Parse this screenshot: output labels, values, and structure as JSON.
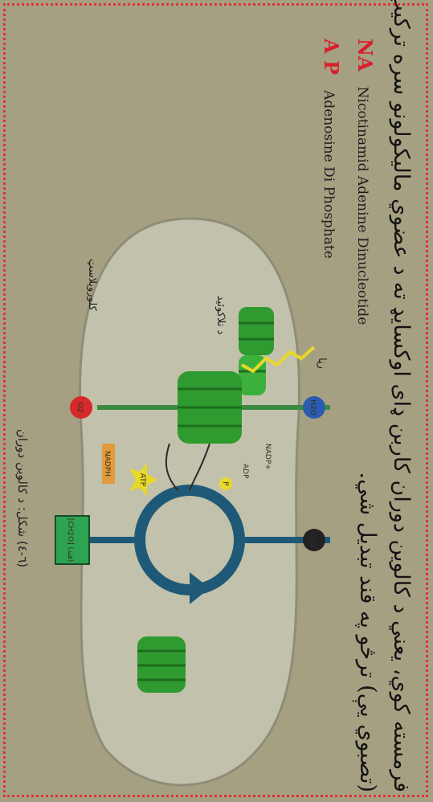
{
  "text": {
    "line1": "فرمسته کوي، يعني د کالوين دوران کاربن ډای اوکسايډ ته د عضوي ماليکولونو سره ترکيب ورکوي",
    "line2": "(تصبوي يې) ترڅو په قند تبديل شي."
  },
  "abbreviations": [
    {
      "short": "A P",
      "full": "Adenosine Di Phosphate"
    },
    {
      "short": "NA",
      "full": "Nicotinamid Adenine Dinucleotide"
    }
  ],
  "figure": {
    "label_light": "رڼا",
    "label_thylakoid": "د تلاکوئيد",
    "label_chloroplast": "کلوروپلاسټ",
    "caption": "(٦-٤) شکل: د کالوين دوران",
    "molecule_water": "H2O",
    "molecule_oxygen": "O2",
    "molecule_co2": "CO2",
    "molecule_nadp": "NADP+",
    "molecule_adp": "ADP",
    "molecule_p": "P",
    "molecule_atp": "ATP",
    "molecule_nadph": "NADPH",
    "product_box": "[CH2O] (قند)"
  },
  "colors": {
    "page": "#a6a083",
    "border_dots": "#e0303a",
    "chloroplast": "#c2c1ab",
    "thylakoid": "#2f9a2f",
    "calvin_cycle": "#1e5a78",
    "abbreviation_letters": "#d8202c"
  }
}
